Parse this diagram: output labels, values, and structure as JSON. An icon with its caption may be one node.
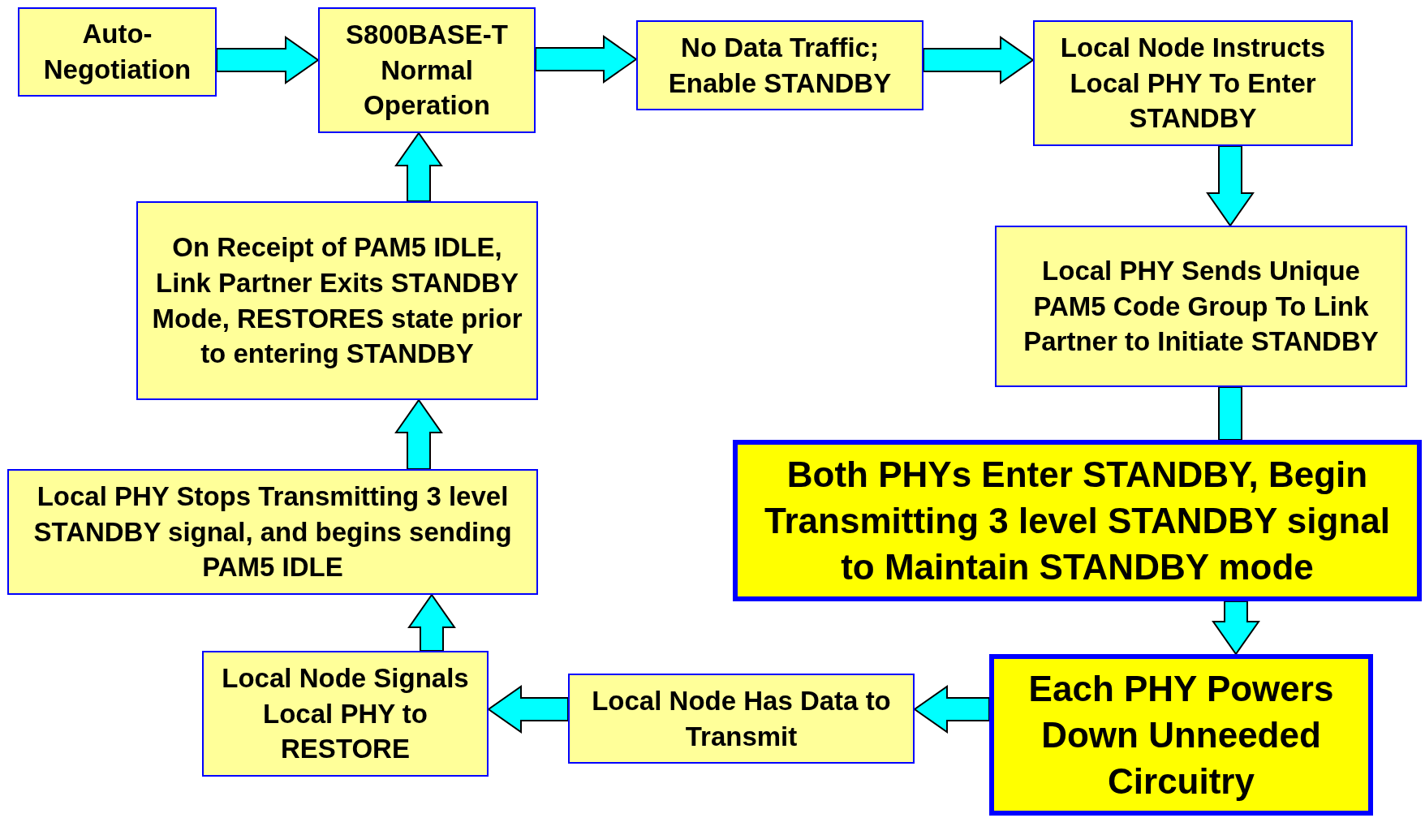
{
  "diagram": {
    "nodes": [
      {
        "text": [
          "Auto-Negotiation"
        ]
      },
      {
        "text": [
          "S800BASE-T Normal Operation"
        ]
      },
      {
        "text": [
          "No Data Traffic; Enable STANDBY"
        ]
      },
      {
        "text": [
          "Local Node Instructs Local PHY To Enter STANDBY"
        ]
      },
      {
        "text": [
          "Local PHY Sends Unique PAM5 Code Group To Link Partner to Initiate STANDBY"
        ]
      },
      {
        "text": [
          "Both PHYs Enter STANDBY, Begin Transmitting 3 level STANDBY signal to Maintain STANDBY mode"
        ]
      },
      {
        "text": [
          "Each PHY Powers Down Unneeded Circuitry"
        ]
      },
      {
        "text": [
          "Local Node Has Data to Transmit"
        ]
      },
      {
        "text": [
          "Local Node Signals Local PHY to RESTORE"
        ]
      },
      {
        "text": [
          "Local PHY Stops Transmitting 3 level STANDBY signal, and begins sending PAM5 IDLE"
        ]
      },
      {
        "text": [
          "On Receipt of PAM5 IDLE, Link Partner Exits STANDBY Mode, RESTORES state prior to entering STANDBY"
        ]
      }
    ],
    "edges": [
      {
        "from": 0,
        "to": 1,
        "arrow": "to"
      },
      {
        "from": 1,
        "to": 2,
        "arrow": "to"
      },
      {
        "from": 2,
        "to": 3,
        "arrow": "to"
      },
      {
        "from": 3,
        "to": 4,
        "arrow": "to"
      },
      {
        "from": 4,
        "to": 5,
        "arrow": "none"
      },
      {
        "from": 5,
        "to": 6,
        "arrow": "to"
      },
      {
        "from": 6,
        "to": 7,
        "arrow": "to"
      },
      {
        "from": 7,
        "to": 8,
        "arrow": "to"
      },
      {
        "from": 8,
        "to": 9,
        "arrow": "to"
      },
      {
        "from": 9,
        "to": 10,
        "arrow": "to"
      },
      {
        "from": 10,
        "to": 1,
        "arrow": "to"
      }
    ]
  }
}
